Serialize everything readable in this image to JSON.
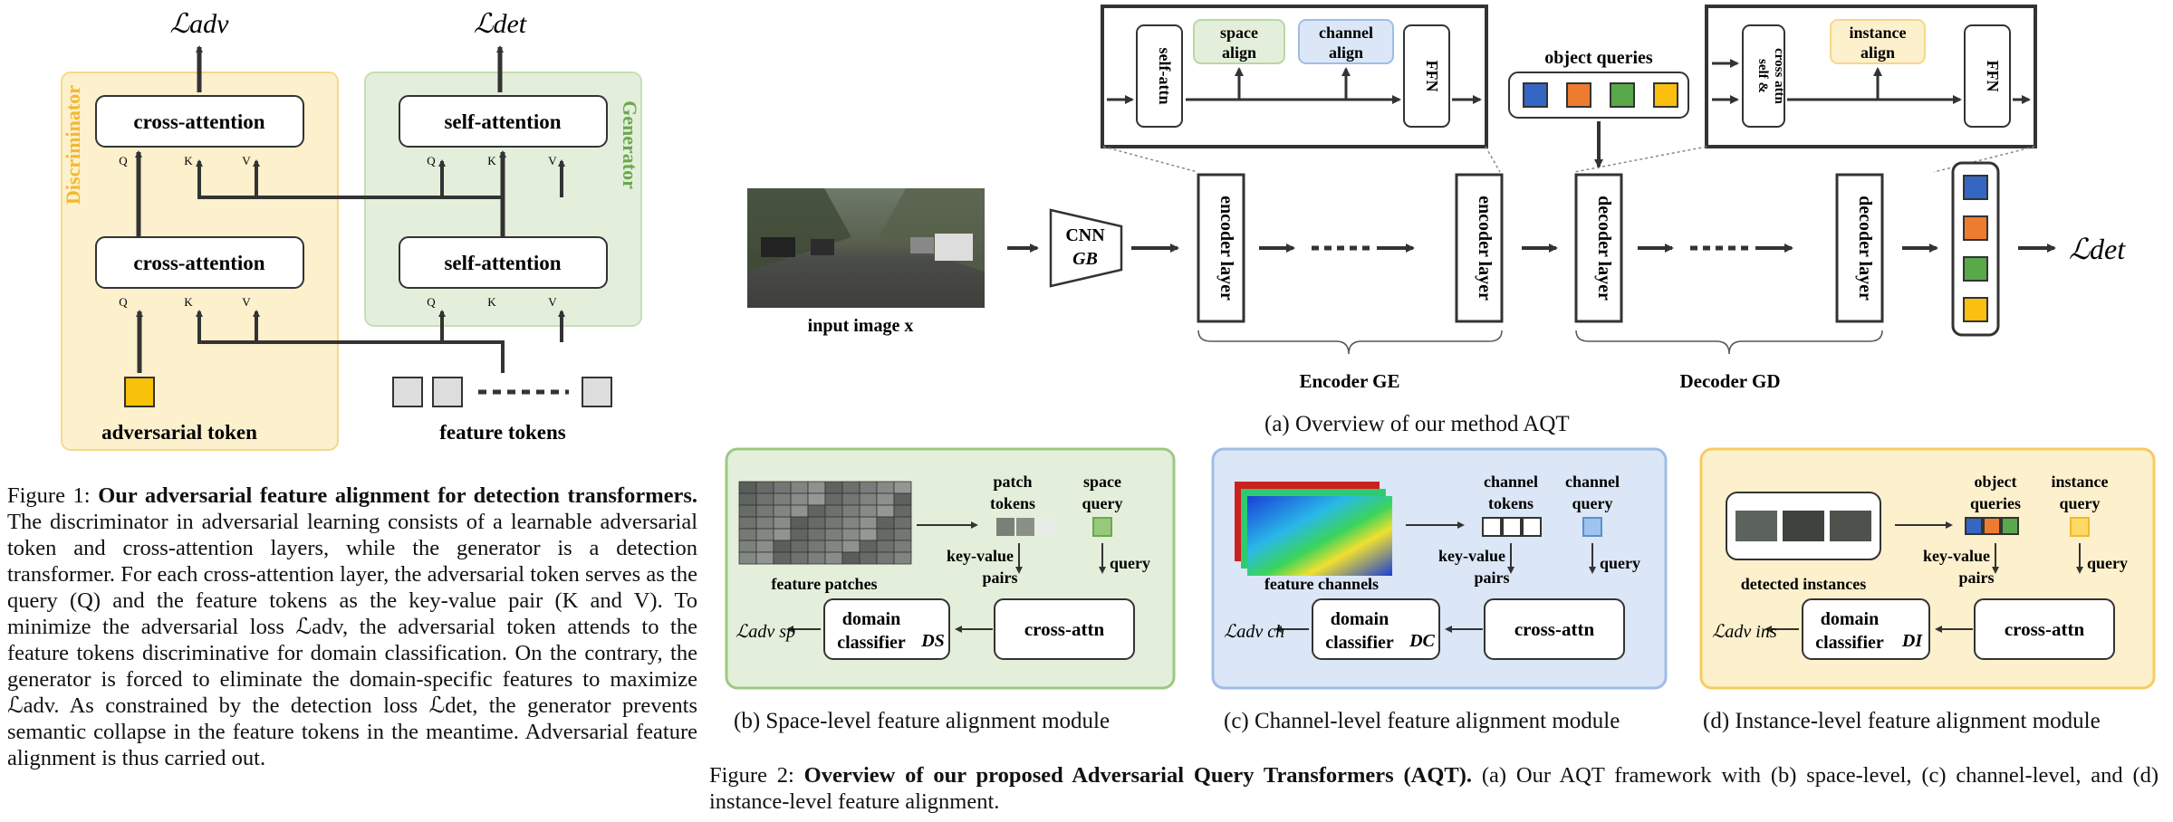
{
  "fig1": {
    "loss_adv": "ℒadv",
    "loss_det": "ℒdet",
    "disc_label": "Discriminator",
    "gen_label": "Generator",
    "cross_attention": "cross-attention",
    "self_attention": "self-attention",
    "q": "Q",
    "k": "K",
    "v": "V",
    "adv_token": "adversarial token",
    "feature_tokens": "feature tokens",
    "colors": {
      "disc_fill": "#fdf0cc",
      "disc_stroke": "#f5d88a",
      "disc_text": "#f2b830",
      "gen_fill": "#e4efdb",
      "gen_stroke": "#c5dfb3",
      "gen_text": "#6aa84f",
      "token": "#f8c20a"
    }
  },
  "fig1_caption": {
    "label": "Figure 1:",
    "title": "Our adversarial feature alignment for detection transformers.",
    "body": "The discriminator in adversarial learning consists of a learnable adversarial token and cross-attention layers, while the generator is a detection transformer. For each cross-attention layer, the adversarial token serves as the query (Q) and the feature tokens as the key-value pair (K and V). To minimize the adversarial loss ℒadv, the adversarial token attends to the feature tokens discriminative for domain classification. On the contrary, the generator is forced to eliminate the domain-specific features to maximize ℒadv. As constrained by the detection loss ℒdet, the generator prevents semantic collapse in the feature tokens in the meantime. Adversarial feature alignment is thus carried out."
  },
  "fig2a": {
    "input_image": "input image x",
    "cnn": "CNN",
    "gb": "GB",
    "encoder_layer": "encoder layer",
    "decoder_layer": "decoder layer",
    "encoder": "Encoder GE",
    "decoder": "Decoder GD",
    "self_attn": "self-attn",
    "space_align": [
      "space",
      "align"
    ],
    "channel_align": [
      "channel",
      "align"
    ],
    "ffn": "FFN",
    "self_cross_attn": [
      "self &",
      "cross attn"
    ],
    "instance_align": [
      "instance",
      "align"
    ],
    "object_queries": "object queries",
    "loss_det": "ℒdet",
    "query_colors": [
      "#3466c3",
      "#ee7c30",
      "#59a84a",
      "#fbbf10"
    ],
    "caption": "(a) Overview of our method AQT"
  },
  "fig2b": {
    "feature_patches": "feature patches",
    "patch_tokens": [
      "patch",
      "tokens"
    ],
    "space_query": [
      "space",
      "query"
    ],
    "kv_pairs": [
      "key-value",
      "pairs"
    ],
    "query": "query",
    "domain_classifier": [
      "domain",
      "classifier"
    ],
    "ds": "DS",
    "cross_attn": "cross-attn",
    "loss": "ℒadv sp",
    "caption": "(b) Space-level feature alignment module"
  },
  "fig2c": {
    "feature_channels": "feature channels",
    "channel_tokens": [
      "channel",
      "tokens"
    ],
    "channel_query": [
      "channel",
      "query"
    ],
    "kv_pairs": [
      "key-value",
      "pairs"
    ],
    "query": "query",
    "domain_classifier": [
      "domain",
      "classifier"
    ],
    "dc": "DC",
    "cross_attn": "cross-attn",
    "loss": "ℒadv ch",
    "caption": "(c) Channel-level feature alignment module"
  },
  "fig2d": {
    "detected_instances": "detected instances",
    "object_queries": [
      "object",
      "queries"
    ],
    "instance_query": [
      "instance",
      "query"
    ],
    "kv_pairs": [
      "key-value",
      "pairs"
    ],
    "query": "query",
    "domain_classifier": [
      "domain",
      "classifier"
    ],
    "di": "DI",
    "cross_attn": "cross-attn",
    "loss": "ℒadv ins",
    "caption": "(d) Instance-level feature alignment module"
  },
  "fig2_caption": {
    "label": "Figure 2:",
    "title": "Overview of our proposed Adversarial Query Transformers (AQT).",
    "body": "(a) Our AQT framework with (b) space-level, (c) channel-level, and (d) instance-level feature alignment."
  }
}
